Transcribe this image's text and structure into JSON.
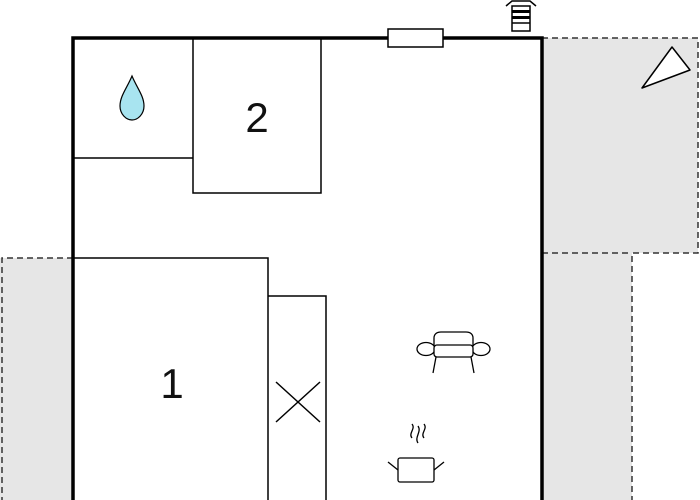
{
  "floorplan": {
    "rooms": [
      {
        "id": "bedroom-1",
        "number": "1"
      },
      {
        "id": "bedroom-2",
        "number": "2"
      }
    ],
    "icons": [
      "water-drop-icon",
      "window-icon",
      "stairs-icon",
      "terrace-flag-icon",
      "sofa-icon",
      "cooking-pot-icon",
      "wardrobe-cross-icon"
    ],
    "colors": {
      "wall": "#000000",
      "outdoor_area": "#e6e6e6",
      "water": "#a8e4f0"
    }
  }
}
